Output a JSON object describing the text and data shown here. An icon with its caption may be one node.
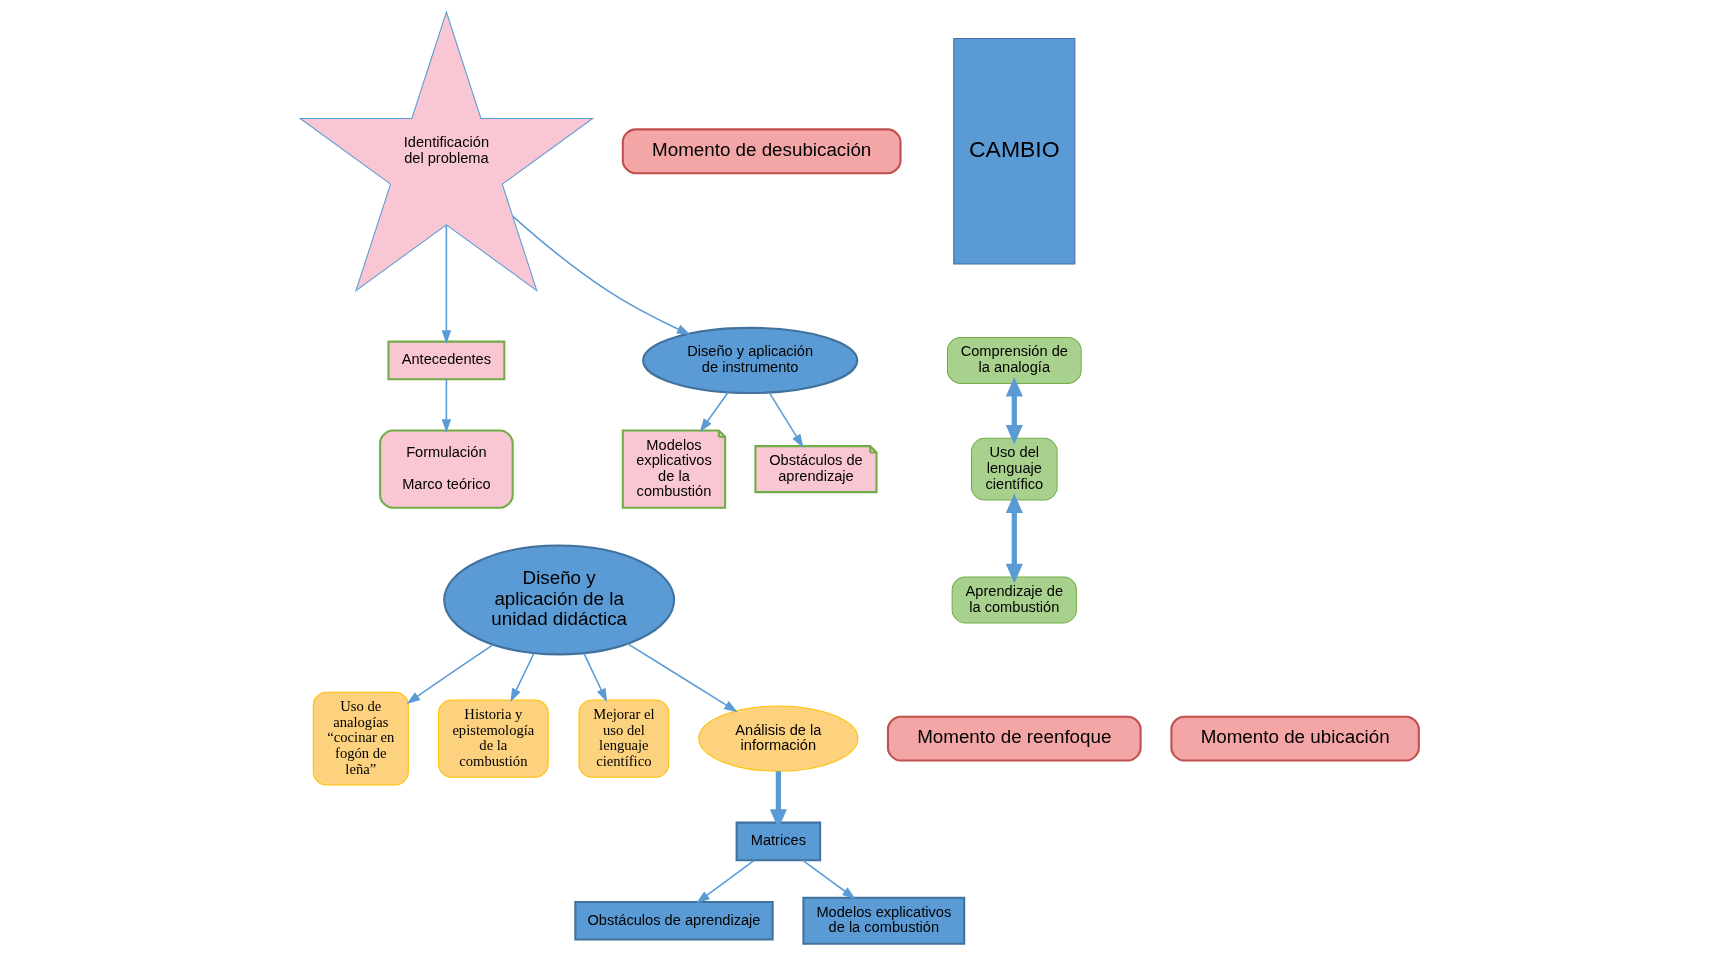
{
  "diagram": {
    "nodes": [
      {
        "text": [
          "Identificación del problema"
        ]
      },
      {
        "text": [
          "Antecedentes"
        ]
      },
      {
        "text": [
          "Formulación",
          "Marco teórico"
        ]
      },
      {
        "text": [
          "Diseño y aplicación de instrumento"
        ]
      },
      {
        "text": [
          "Modelos explicativos de la combustión"
        ]
      },
      {
        "text": [
          "Obstáculos de aprendizaje"
        ]
      },
      {
        "text": [
          "Diseño y aplicación de la unidad didáctica"
        ]
      },
      {
        "text": [
          "Uso de analogías “cocinar en fogón de leña”"
        ]
      },
      {
        "text": [
          "Historia y epistemología de la combustión"
        ]
      },
      {
        "text": [
          "Mejorar el uso del lenguaje científico"
        ]
      },
      {
        "text": [
          "Análisis de la información"
        ]
      },
      {
        "text": [
          "Matrices"
        ]
      },
      {
        "text": [
          "Obstáculos de aprendizaje"
        ]
      },
      {
        "text": [
          "Modelos explicativos de la combustión"
        ]
      },
      {
        "text": [
          "CAMBIO"
        ]
      },
      {
        "text": [
          "Comprensión de la analogía"
        ]
      },
      {
        "text": [
          "Uso del lenguaje científico"
        ]
      },
      {
        "text": [
          "Aprendizaje de la combustión"
        ]
      },
      {
        "text": [
          "Momento de desubicación"
        ]
      },
      {
        "text": [
          "Momento de ubicación"
        ]
      },
      {
        "text": [
          "Momento de reenfoque"
        ]
      }
    ],
    "edges": [
      {
        "from": 0,
        "to": 1,
        "arrow": "to"
      },
      {
        "from": 0,
        "to": 3,
        "arrow": "to"
      },
      {
        "from": 1,
        "to": 2,
        "arrow": "to"
      },
      {
        "from": 3,
        "to": 4,
        "arrow": "to"
      },
      {
        "from": 3,
        "to": 5,
        "arrow": "to"
      },
      {
        "from": 6,
        "to": 7,
        "arrow": "to"
      },
      {
        "from": 6,
        "to": 8,
        "arrow": "to"
      },
      {
        "from": 6,
        "to": 9,
        "arrow": "to"
      },
      {
        "from": 6,
        "to": 10,
        "arrow": "to"
      },
      {
        "from": 10,
        "to": 11,
        "arrow": "to",
        "style": "thick"
      },
      {
        "from": 11,
        "to": 12,
        "arrow": "to"
      },
      {
        "from": 11,
        "to": 13,
        "arrow": "to"
      },
      {
        "from": 15,
        "to": 16,
        "arrow": "both",
        "style": "thick"
      },
      {
        "from": 16,
        "to": 17,
        "arrow": "both",
        "style": "thick"
      }
    ]
  }
}
